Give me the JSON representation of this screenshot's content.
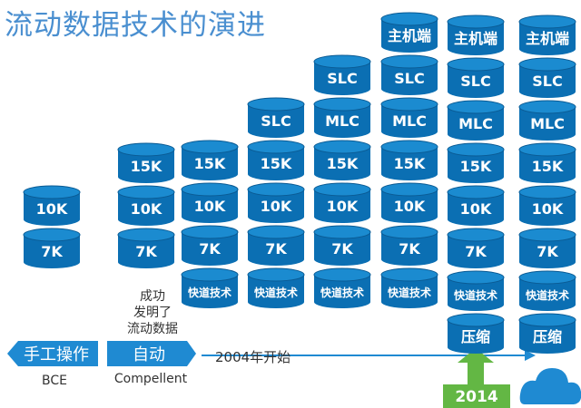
{
  "title": "流动数据技术的演进",
  "note": {
    "line1": "成功",
    "line2": "发明了",
    "line3": "流动数据"
  },
  "stages": {
    "manual": {
      "label": "手工操作",
      "sub": "BCE"
    },
    "auto": {
      "label": "自动",
      "sub": "Compellent"
    },
    "start": "2004年开始"
  },
  "year_badge": "2014",
  "colors": {
    "disk_top": "#1b8bd0",
    "disk_body": "#0b6fb3",
    "disk_edge": "#0a5a93",
    "arrow": "#1f8ad2",
    "year_bg": "#63b744",
    "cloud": "#1f8ad2",
    "title": "#4a8fd0"
  },
  "columns": [
    {
      "disks": [
        "7K",
        "10K"
      ]
    },
    {
      "disks": [
        "7K",
        "10K",
        "15K"
      ]
    },
    {
      "disks": [
        "快道技术",
        "7K",
        "10K",
        "15K"
      ]
    },
    {
      "disks": [
        "快道技术",
        "7K",
        "10K",
        "15K",
        "SLC"
      ]
    },
    {
      "disks": [
        "快道技术",
        "7K",
        "10K",
        "15K",
        "MLC",
        "SLC"
      ]
    },
    {
      "disks": [
        "快道技术",
        "7K",
        "10K",
        "15K",
        "MLC",
        "SLC",
        "主机端"
      ]
    },
    {
      "disks": [
        "压缩",
        "快道技术",
        "7K",
        "10K",
        "15K",
        "MLC",
        "SLC",
        "主机端"
      ]
    },
    {
      "disks": [
        "压缩",
        "快道技术",
        "7K",
        "10K",
        "15K",
        "MLC",
        "SLC",
        "主机端"
      ]
    }
  ]
}
